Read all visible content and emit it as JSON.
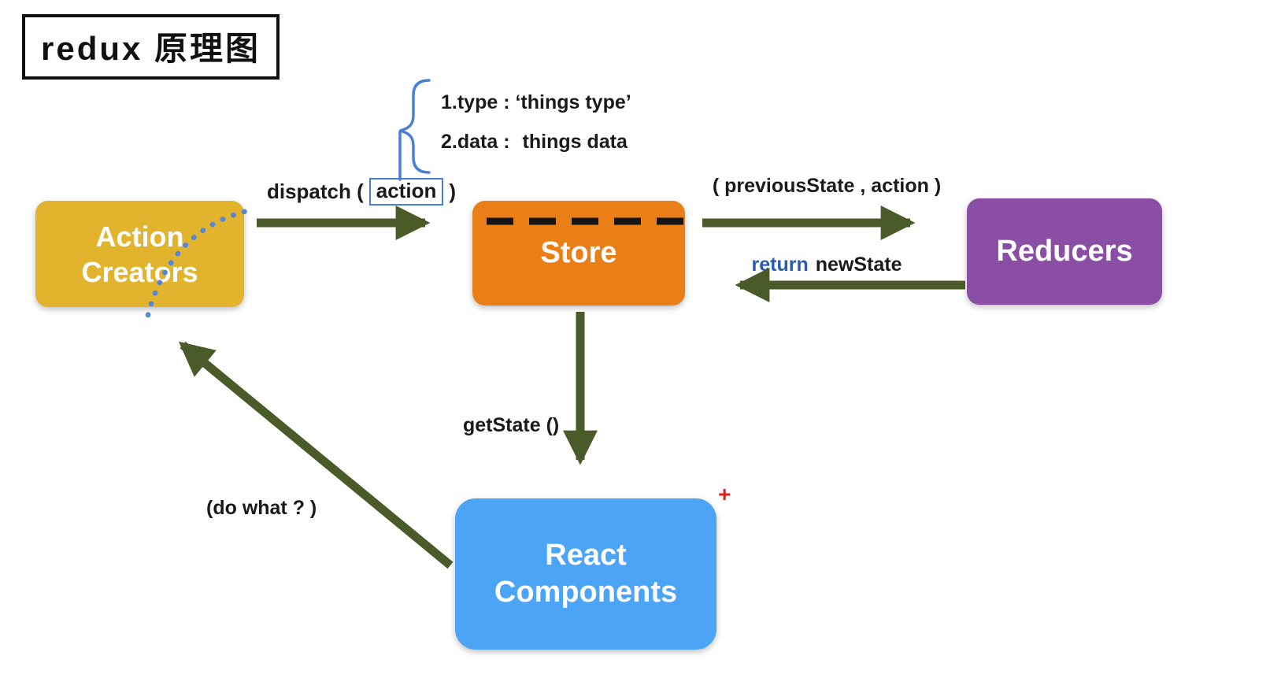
{
  "title": "redux 原理图",
  "nodes": {
    "action_creators": {
      "line1": "Action",
      "line2": "Creators",
      "color": "#E2B42D"
    },
    "store": {
      "label": "Store",
      "color": "#EA7E17"
    },
    "reducers": {
      "label": "Reducers",
      "color": "#8B4EA5"
    },
    "react_components": {
      "line1": "React",
      "line2": "Components",
      "color": "#4CA4F7"
    }
  },
  "edges": {
    "dispatch": {
      "prefix": "dispatch (",
      "boxed": "action",
      "suffix": ")"
    },
    "store_to_reducers": {
      "label": "( previousState , action )"
    },
    "reducers_to_store": {
      "keyword": "return",
      "rest": "newState"
    },
    "store_to_react": {
      "label": "getState ()"
    },
    "react_to_action": {
      "label": "(do what ? )"
    }
  },
  "annotations": {
    "action_field_1": "1.type : ‘things type’",
    "action_field_2_key": "2.data :",
    "action_field_2_value": "things data",
    "plus_mark": "+"
  },
  "colors": {
    "arrow_green": "#4A5A28",
    "annotation_blue": "#4A7FD6",
    "return_blue": "#2B5BB0",
    "plus_red": "#E21B1B",
    "store_dash_black": "#151515"
  }
}
